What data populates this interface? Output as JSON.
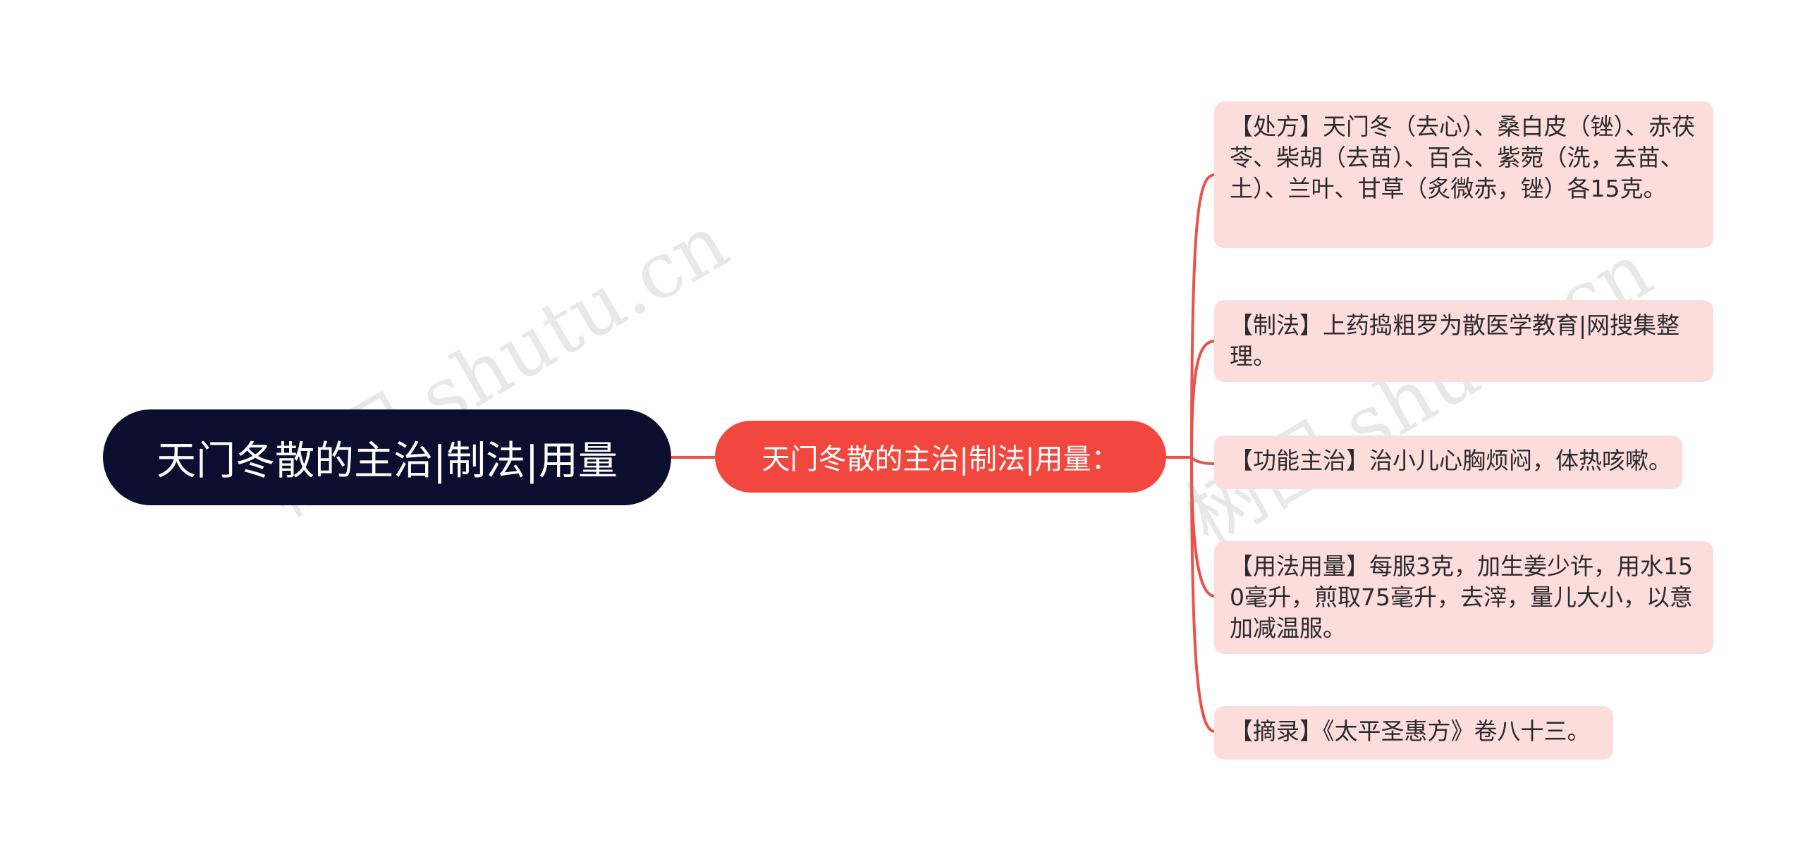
{
  "root": {
    "label": "天门冬散的主治|制法|用量"
  },
  "branch": {
    "label": "天门冬散的主治|制法|用量："
  },
  "leaves": [
    {
      "text": "【处方】天门冬（去心）、桑白皮（锉）、赤茯苓、柴胡（去苗）、百合、紫菀（洗，去苗、土）、兰叶、甘草（炙微赤，锉）各15克。"
    },
    {
      "text": "【制法】上药捣粗罗为散医学教育|网搜集整理。"
    },
    {
      "text": "【功能主治】治小儿心胸烦闷，体热咳嗽。"
    },
    {
      "text": "【用法用量】每服3克，加生姜少许，用水150毫升，煎取75毫升，去滓，量儿大小，以意加减温服。"
    },
    {
      "text": "【摘录】《太平圣惠方》卷八十三。"
    }
  ],
  "watermarks": [
    "树图 shutu.cn",
    "树图 shutu.cn"
  ],
  "colors": {
    "root_bg": "#0b0e2e",
    "branch_bg": "#f2473f",
    "leaf_bg": "#fddcdc",
    "connector": "#e8524a"
  }
}
